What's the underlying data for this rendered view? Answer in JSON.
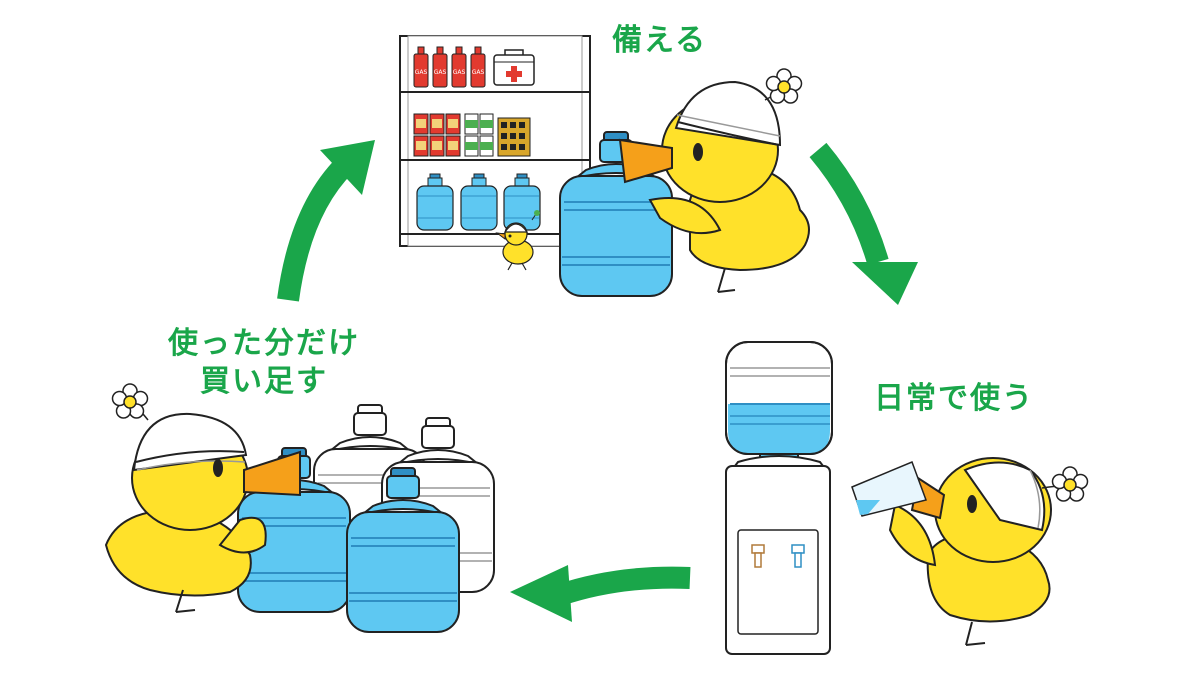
{
  "labels": {
    "prepare": "備える",
    "daily_use": "日常で使う",
    "restock_line1": "使った分だけ",
    "restock_line2": "買い足す"
  },
  "shelf": {
    "gas_label": "GAS"
  },
  "colors": {
    "arrow": "#1aa64a",
    "text": "#1aa64a",
    "chick": "#ffe12a",
    "beak": "#f5a01a",
    "bottle": "#5ec8f2",
    "bottle_dark": "#2f8fc4",
    "can_red": "#e23a2f",
    "can_green": "#4caf50",
    "outline": "#222222"
  },
  "icons": [
    "shelf-icon",
    "water-bottle-icon",
    "chick-mascot-icon",
    "water-server-icon",
    "flower-icon",
    "first-aid-box-icon",
    "gas-canister-icon",
    "drinking-glass-icon",
    "cycle-arrow-icon"
  ]
}
